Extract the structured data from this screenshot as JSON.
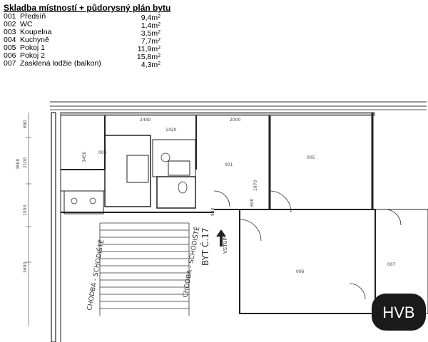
{
  "legend": {
    "title": "Skladba místností + půdorysný plán bytu",
    "rooms": [
      {
        "code": "001",
        "name": "Předsíň",
        "area": "9,4m",
        "unit_sup": "2"
      },
      {
        "code": "002",
        "name": "WC",
        "area": "1,4m",
        "unit_sup": "2"
      },
      {
        "code": "003",
        "name": "Koupelna",
        "area": "3,5m",
        "unit_sup": "2"
      },
      {
        "code": "004",
        "name": "Kuchyně",
        "area": "7,7m",
        "unit_sup": "2"
      },
      {
        "code": "005",
        "name": "Pokoj 1",
        "area": "11,9m",
        "unit_sup": "2"
      },
      {
        "code": "006",
        "name": "Pokoj 2",
        "area": "15,8m",
        "unit_sup": "2"
      },
      {
        "code": "007",
        "name": "Zasklená lodžie (balkon)",
        "area": "4,3m",
        "unit_sup": "2"
      }
    ]
  },
  "plan": {
    "labels": {
      "corridor_left": "CHODBA - SCHODIŠTĚ",
      "corridor_right": "CHODBA - SCHODIŠTĚ",
      "flat_number": "BYT Č.17",
      "entrance": "VSTUP",
      "room_001": "001",
      "room_005": "005",
      "room_006": "006",
      "room_007": "007",
      "room_004": "004"
    },
    "dimensions": {
      "d_680": "680",
      "d_2100": "2100",
      "d_3600_top": "3600",
      "d_1500": "1500",
      "d_3600_bottom": "3600",
      "d_3450": "3450",
      "d_2440": "2440",
      "d_1420": "1420",
      "d_2000": "2000",
      "d_900": "900",
      "d_1970": "1970",
      "d_600": "600"
    }
  },
  "logo": {
    "text": "HVB"
  }
}
